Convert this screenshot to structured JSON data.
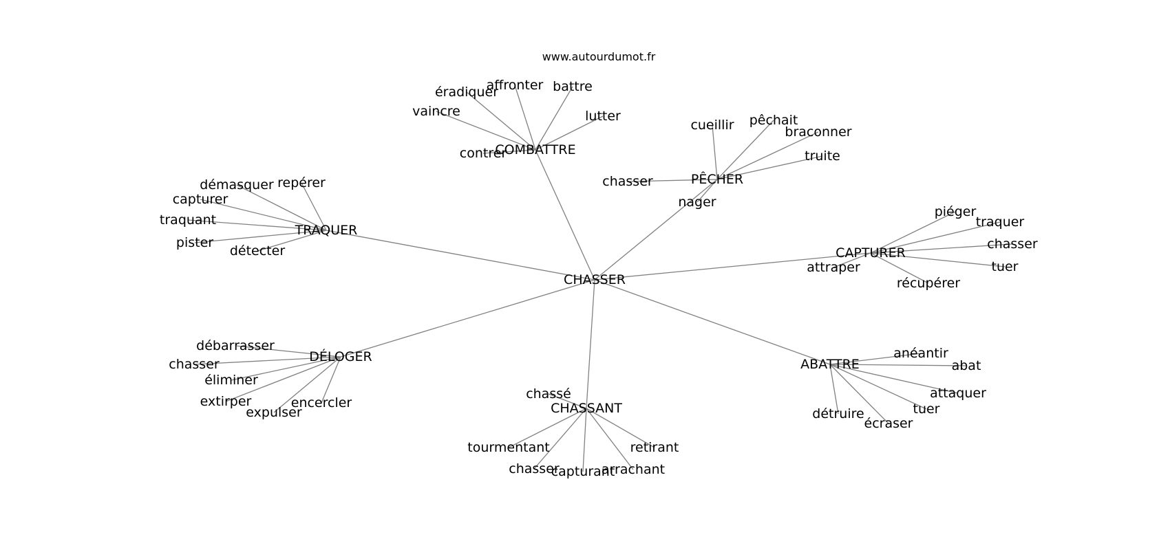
{
  "source": "www.autourdumot.fr",
  "center": {
    "id": "n0",
    "label": "CHASSER"
  },
  "groups": [
    {
      "id": "n1",
      "label": "COMBATTRE",
      "leaves": [
        {
          "id": "n1a",
          "label": "affronter"
        },
        {
          "id": "n1b",
          "label": "battre"
        },
        {
          "id": "n1c",
          "label": "éradiquer"
        },
        {
          "id": "n1d",
          "label": "vaincre"
        },
        {
          "id": "n1e",
          "label": "lutter"
        },
        {
          "id": "n1f",
          "label": "contrer"
        }
      ]
    },
    {
      "id": "n2",
      "label": "PÊCHER",
      "leaves": [
        {
          "id": "n2a",
          "label": "cueillir"
        },
        {
          "id": "n2b",
          "label": "pêchait"
        },
        {
          "id": "n2c",
          "label": "braconner"
        },
        {
          "id": "n2d",
          "label": "truite"
        },
        {
          "id": "n2e",
          "label": "chasser"
        },
        {
          "id": "n2f",
          "label": "nager"
        }
      ]
    },
    {
      "id": "n3",
      "label": "TRAQUER",
      "leaves": [
        {
          "id": "n3a",
          "label": "démasquer"
        },
        {
          "id": "n3b",
          "label": "repérer"
        },
        {
          "id": "n3c",
          "label": "capturer"
        },
        {
          "id": "n3d",
          "label": "traquant"
        },
        {
          "id": "n3e",
          "label": "pister"
        },
        {
          "id": "n3f",
          "label": "détecter"
        }
      ]
    },
    {
      "id": "n4",
      "label": "CAPTURER",
      "leaves": [
        {
          "id": "n4a",
          "label": "piéger"
        },
        {
          "id": "n4b",
          "label": "traquer"
        },
        {
          "id": "n4c",
          "label": "chasser"
        },
        {
          "id": "n4d",
          "label": "tuer"
        },
        {
          "id": "n4e",
          "label": "récupérer"
        },
        {
          "id": "n4f",
          "label": "attraper"
        }
      ]
    },
    {
      "id": "n5",
      "label": "DÉLOGER",
      "leaves": [
        {
          "id": "n5a",
          "label": "débarrasser"
        },
        {
          "id": "n5b",
          "label": "chasser"
        },
        {
          "id": "n5c",
          "label": "éliminer"
        },
        {
          "id": "n5d",
          "label": "extirper"
        },
        {
          "id": "n5e",
          "label": "expulser"
        },
        {
          "id": "n5f",
          "label": "encercler"
        }
      ]
    },
    {
      "id": "n6",
      "label": "ABATTRE",
      "leaves": [
        {
          "id": "n6a",
          "label": "anéantir"
        },
        {
          "id": "n6b",
          "label": "abat"
        },
        {
          "id": "n6c",
          "label": "attaquer"
        },
        {
          "id": "n6d",
          "label": "tuer"
        },
        {
          "id": "n6e",
          "label": "écraser"
        },
        {
          "id": "n6f",
          "label": "détruire"
        }
      ]
    },
    {
      "id": "n7",
      "label": "CHASSANT",
      "leaves": [
        {
          "id": "n7a",
          "label": "chassé"
        },
        {
          "id": "n7b",
          "label": "tourmentant"
        },
        {
          "id": "n7c",
          "label": "retirant"
        },
        {
          "id": "n7d",
          "label": "chasser"
        },
        {
          "id": "n7e",
          "label": "capturant"
        },
        {
          "id": "n7f",
          "label": "arrachant"
        }
      ]
    }
  ]
}
